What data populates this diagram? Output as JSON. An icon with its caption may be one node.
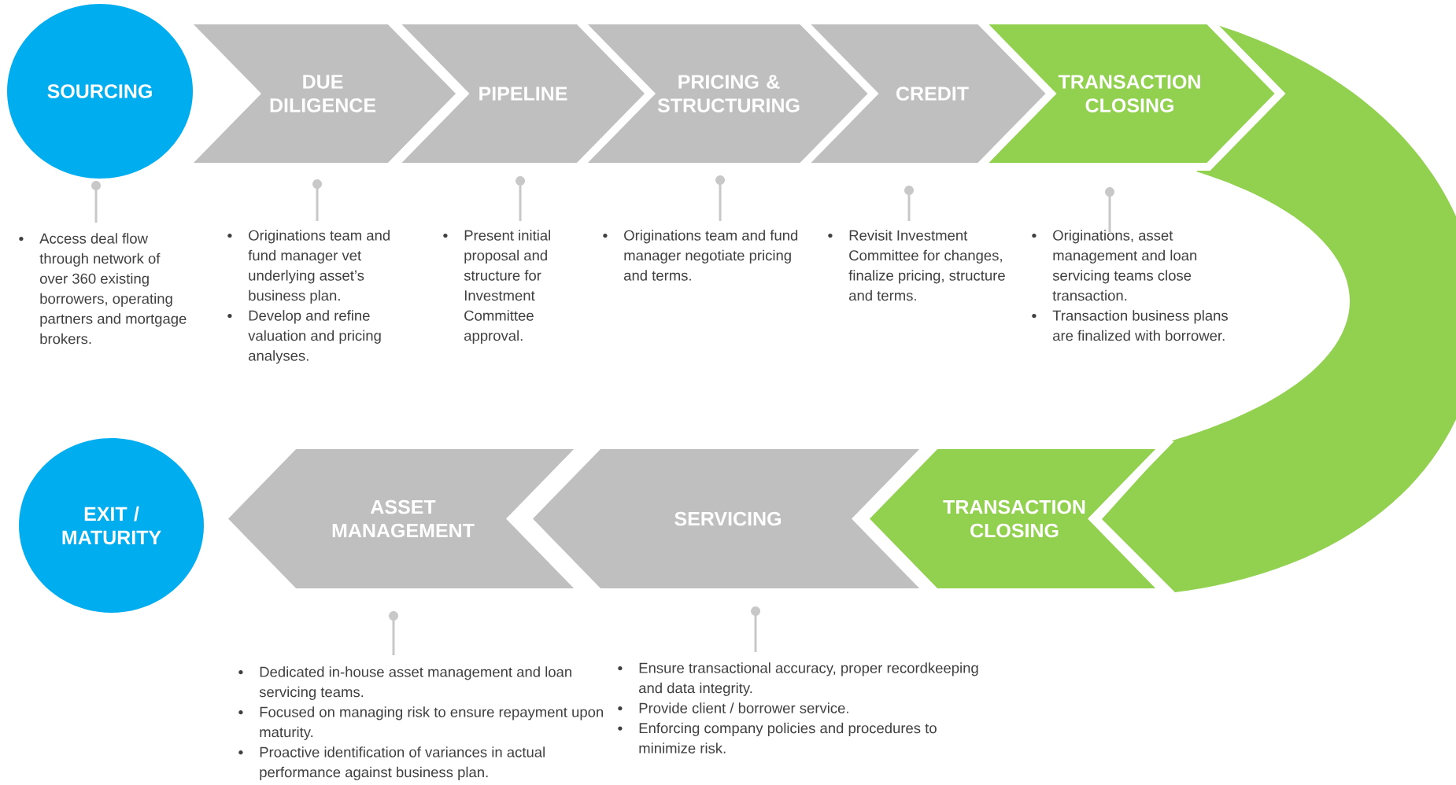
{
  "diagram": {
    "nodes": [
      {
        "text": [
          "SOURCING"
        ]
      },
      {
        "text": [
          "DUE DILIGENCE"
        ]
      },
      {
        "text": [
          "PIPELINE"
        ]
      },
      {
        "text": [
          "PRICING & STRUCTURING"
        ]
      },
      {
        "text": [
          "CREDIT"
        ]
      },
      {
        "text": [
          "TRANSACTION CLOSING"
        ]
      },
      {
        "text": [
          "TRANSACTION CLOSING"
        ]
      },
      {
        "text": [
          "SERVICING"
        ]
      },
      {
        "text": [
          "ASSET MANAGEMENT"
        ]
      },
      {
        "text": [
          "EXIT / MATURITY"
        ]
      }
    ],
    "labels": [
      "Access deal flow through network of over 360 existing borrowers, operating partners and mortgage brokers.",
      "Originations team and fund manager vet underlying asset’s business plan.",
      "Develop and refine valuation and pricing analyses.",
      "Present initial proposal and structure for Investment Committee approval.",
      "Originations team and fund manager negotiate pricing and terms.",
      "Revisit Investment Committee for changes, finalize pricing, structure and terms.",
      "Originations, asset management and loan servicing teams close transaction.",
      "Transaction business plans are finalized with borrower.",
      "Dedicated in-house asset management and loan servicing teams.",
      "Focused on managing risk to ensure repayment upon maturity.",
      "Proactive identification of variances in actual performance against business plan.",
      "Ensure transactional accuracy, proper recordkeeping and data integrity.",
      "Provide client / borrower service.",
      "Enforcing company policies and procedures to minimize risk."
    ]
  }
}
